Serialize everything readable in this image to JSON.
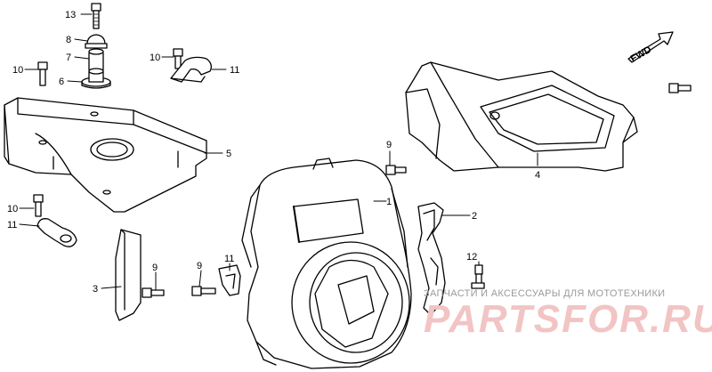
{
  "callouts": {
    "c13": "13",
    "c8": "8",
    "c7": "7",
    "c6": "6",
    "c10a": "10",
    "c10b": "10",
    "c11a": "11",
    "c11b": "11",
    "c11c": "11",
    "c5": "5",
    "c1": "1",
    "c2": "2",
    "c3": "3",
    "c4": "4",
    "c9a": "9",
    "c9b": "9",
    "c9c": "9",
    "c12": "12"
  },
  "direction_label": "FWD",
  "watermark": {
    "caption": "ЗАПЧАСТИ И АКСЕССУАРЫ ДЛЯ МОТОТЕХНИКИ",
    "brand": "PARTSFOR.RU"
  },
  "colors": {
    "ink": "#000000",
    "watermark": "#f2c4c4",
    "caption": "#9a9a9a"
  }
}
